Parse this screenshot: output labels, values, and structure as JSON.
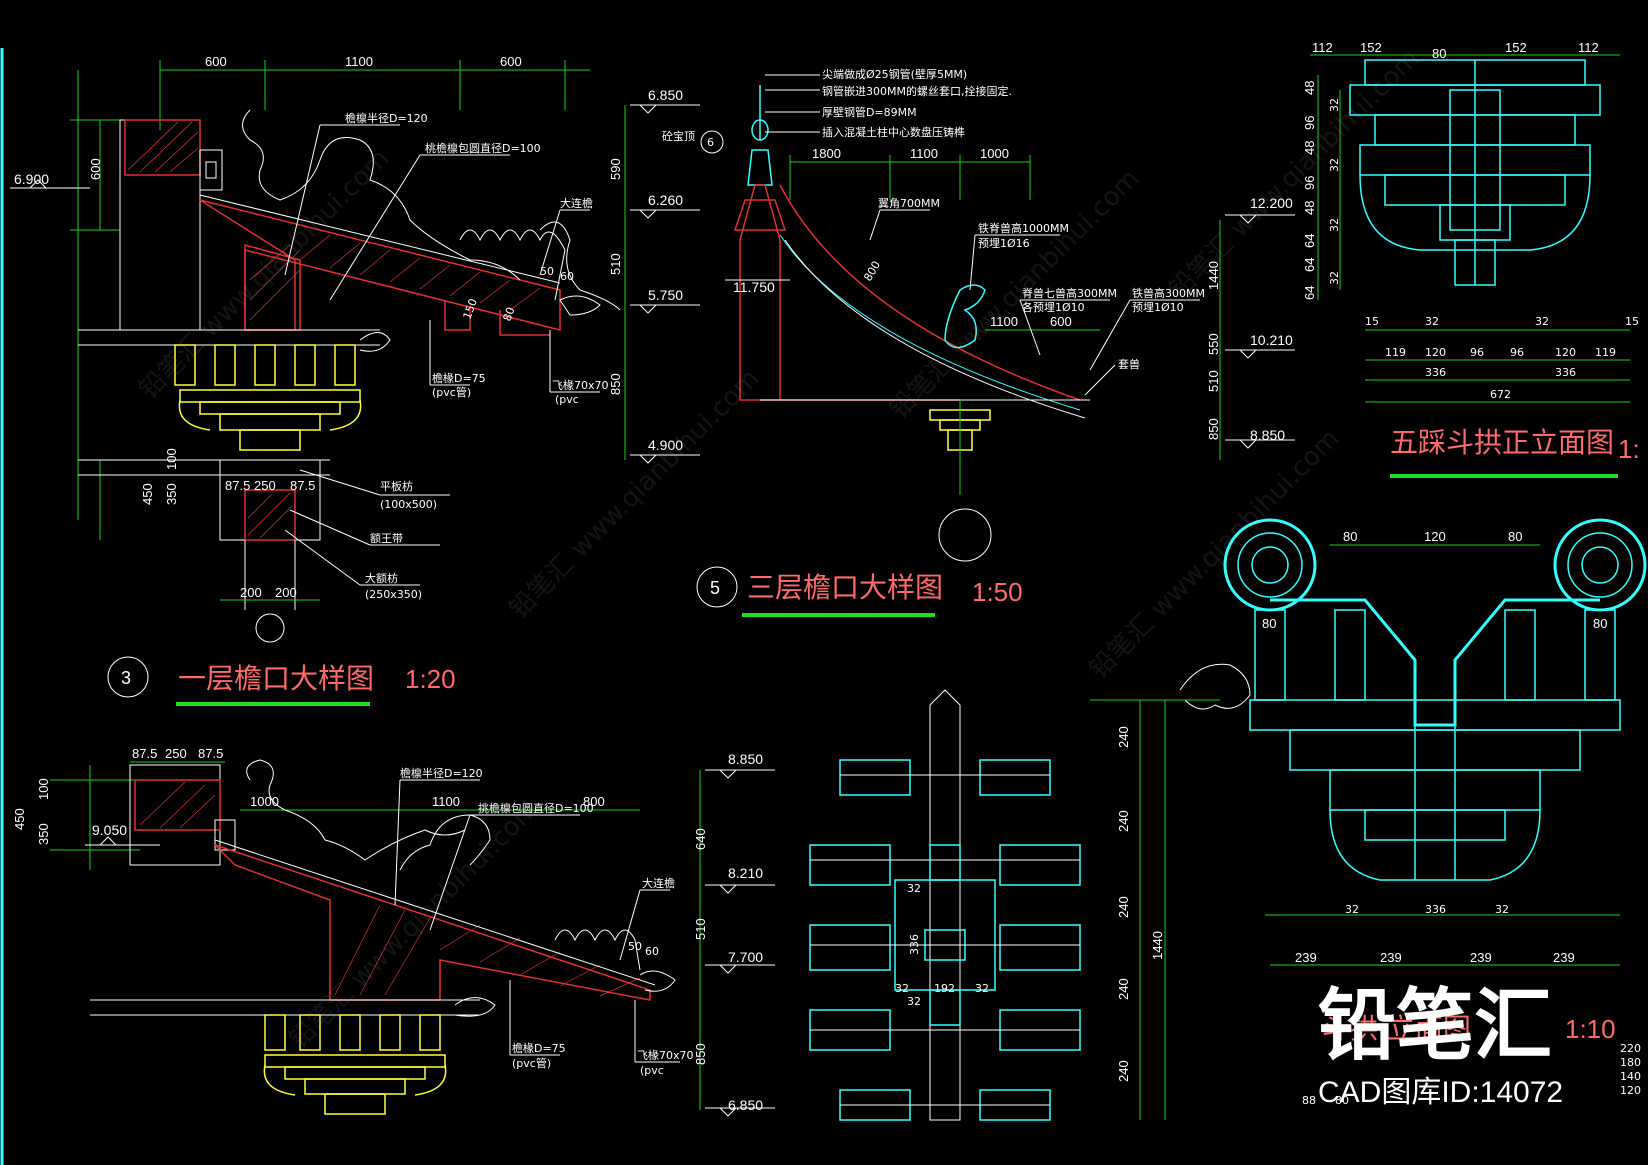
{
  "palette": {
    "background": "#000000",
    "dim": "#19d219",
    "outline": "#ffffff",
    "section": "#e03030",
    "bracket": "#ffff33",
    "elevation": "#33ffff",
    "title": "#ff6a6a",
    "underline": "#22dd22"
  },
  "drawings": {
    "d3": {
      "number": "3",
      "title": "一层檐口大样图",
      "scale": "1:20",
      "dims_top": [
        "600",
        "1100",
        "600"
      ],
      "dims_left": [
        "600",
        "450",
        "100",
        "350"
      ],
      "dims_bottom": [
        "87.5",
        "250",
        "87.5",
        "200",
        "200"
      ],
      "level": "6.900",
      "notes": [
        "檐檩半径D=120",
        "桃檐檩包圆直径D=100",
        "大连檐",
        "平板枋",
        "(100x500)",
        "额王带",
        "大额枋",
        "(250x350)",
        "檐椽D=75",
        "(pvc管)",
        "飞椽70x70",
        "(pvc",
        "150",
        "80",
        "50",
        "60"
      ]
    },
    "d5": {
      "number": "5",
      "title": "三层檐口大样图",
      "scale": "1:50",
      "dims_top": [
        "1800",
        "1100",
        "1000"
      ],
      "dims_right_upper": [
        "1100",
        "600"
      ],
      "dims_left": [
        "590",
        "510",
        "850"
      ],
      "dims_right": [
        "1440",
        "550",
        "510",
        "850"
      ],
      "levels_left": [
        "6.850",
        "6.260",
        "5.750",
        "4.900",
        "11.750"
      ],
      "levels_right": [
        "12.200",
        "10.210",
        "8.850"
      ],
      "marker": "6",
      "notes": [
        "尖端做成Ø25钢管(壁厚5MM)",
        "钢管嵌进300MM的螺丝套口,拴接固定.",
        "厚壁钢管D=89MM",
        "插入混凝土柱中心数盘压铸榫",
        "砼宝顶",
        "翼角700MM",
        "800",
        "铁脊兽高1000MM",
        "预埋1Ø16",
        "脊兽七兽高300MM",
        "各预埋1Ø10",
        "铁兽高300MM",
        "预埋1Ø10",
        "套兽"
      ]
    },
    "d_dougong_front": {
      "title": "五踩斗拱正立面图",
      "scale_partial": "1:",
      "dims_top": [
        "112",
        "152",
        "80",
        "152",
        "112"
      ],
      "dims_left": [
        "48",
        "96",
        "48",
        "96",
        "48",
        "64",
        "64",
        "64"
      ],
      "dims_left_small": [
        "32",
        "32",
        "32",
        "32"
      ],
      "dims_bottom1": [
        "15",
        "32",
        "32",
        "15"
      ],
      "dims_bottom2": [
        "119",
        "120",
        "96",
        "96",
        "120",
        "119"
      ],
      "dims_bottom3": [
        "336",
        "336"
      ],
      "dims_bottom4": [
        "672"
      ]
    },
    "d_dougong_side": {
      "title_partial": "斗拱  立面图",
      "scale": "1:10",
      "dims_top": [
        "80",
        "120",
        "80"
      ],
      "dims_side": [
        "80",
        "80"
      ],
      "dims_bottom": [
        "32",
        "336",
        "32"
      ],
      "dims_bottom2": [
        "239",
        "239",
        "239",
        "239"
      ],
      "dims_right_stack": [
        "220",
        "180",
        "140",
        "120"
      ],
      "dims_bottom_left": [
        "88",
        "80"
      ]
    },
    "d_dougong_plan": {
      "dims_right": [
        "240",
        "240",
        "240",
        "240",
        "240"
      ],
      "total": "1440",
      "inner": [
        "32",
        "336",
        "32",
        "192",
        "32",
        "32"
      ]
    },
    "d_lower": {
      "dims_top": [
        "87.5",
        "250",
        "87.5"
      ],
      "dims_left": [
        "450",
        "100",
        "350"
      ],
      "dims_mid": [
        "1000",
        "1100",
        "800"
      ],
      "level": "9.050",
      "levels_right": [
        "8.850",
        "8.210",
        "7.700",
        "6.850"
      ],
      "dims_right": [
        "640",
        "510",
        "850"
      ],
      "notes": [
        "檐檩半径D=120",
        "挑檐檩包圆直径D=100",
        "大连檐",
        "檐椽D=75",
        "(pvc管)",
        "飞椽70x70",
        "(pvc",
        "50",
        "60"
      ]
    }
  },
  "branding": {
    "name": "铅笔汇",
    "id_label": "CAD图库ID:14072",
    "watermark": "铅笔汇 www.qianbihui.com"
  }
}
